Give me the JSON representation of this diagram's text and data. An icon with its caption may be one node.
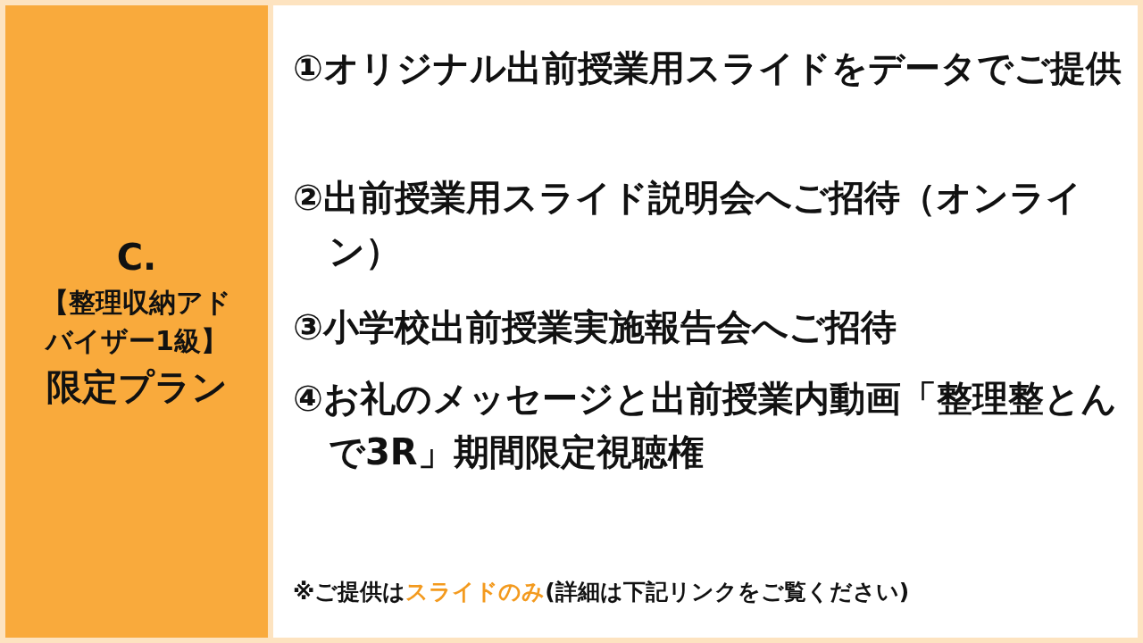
{
  "diagram": {
    "nodes": [
      {
        "text": [
          "C.",
          "【整理収納アドバイザー1級】",
          "限定プラン"
        ]
      },
      {
        "text": [
          "①オリジナル出前授業用スライドをデータでご提供",
          "②出前授業用スライド説明会へご招待（オンライン）",
          "③小学校出前授業実施報告会へご招待",
          "④お礼のメッセージと出前授業内動画「整理整とんで3R」期間限定視聴権",
          "※ご提供は**スライドのみ**(詳細は下記リンクをご覧ください)"
        ]
      }
    ]
  }
}
